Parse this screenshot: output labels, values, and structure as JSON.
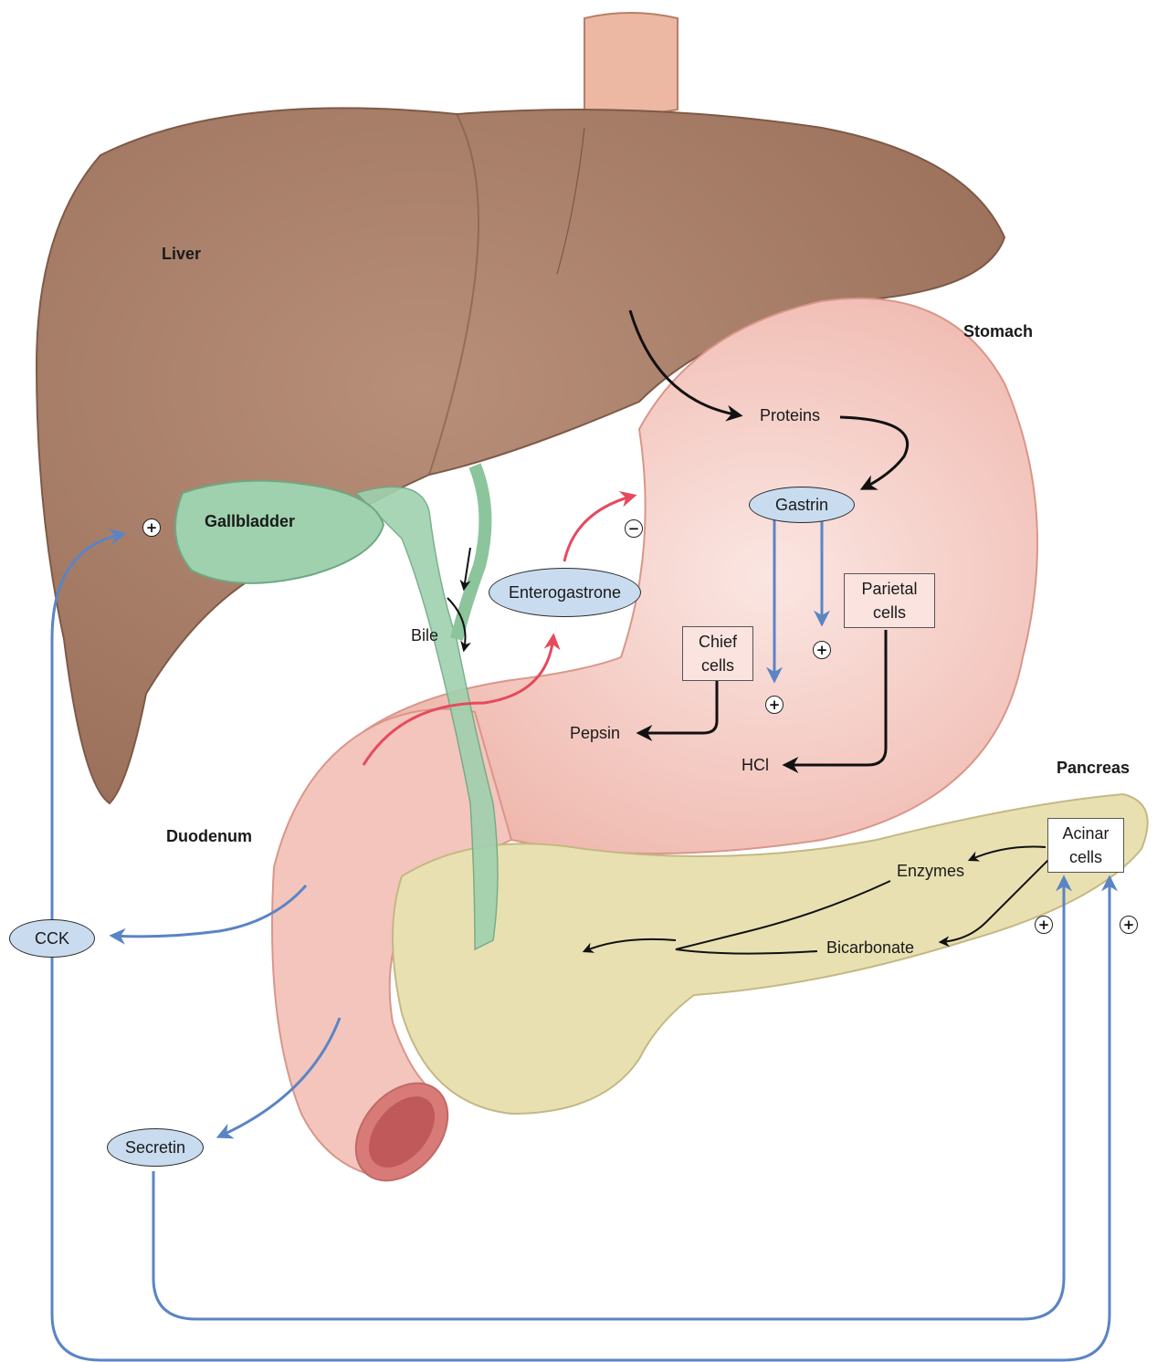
{
  "organs": {
    "liver": "Liver",
    "stomach": "Stomach",
    "gallbladder": "Gallbladder",
    "duodenum": "Duodenum",
    "pancreas": "Pancreas"
  },
  "hormones": {
    "gastrin": "Gastrin",
    "enterogastrone": "Enterogastrone",
    "cck": "CCK",
    "secretin": "Secretin"
  },
  "cells": {
    "parietal_line1": "Parietal",
    "parietal_line2": "cells",
    "chief_line1": "Chief",
    "chief_line2": "cells",
    "acinar_line1": "Acinar",
    "acinar_line2": "cells"
  },
  "substances": {
    "proteins": "Proteins",
    "bile": "Bile",
    "pepsin": "Pepsin",
    "hcl": "HCl",
    "enzymes": "Enzymes",
    "bicarbonate": "Bicarbonate"
  },
  "signs": {
    "plus": "+",
    "minus": "−"
  },
  "colors": {
    "liver": "#a97f69",
    "stomach": "#f3c5bd",
    "gallbladder": "#9fd1ae",
    "pancreas": "#e9e0b2",
    "hormone_oval": "#c9dcef",
    "cell_box": "#fbe3df",
    "stimulatory_arrow": "#5b84c4",
    "inhibitory_arrow": "#e64a5c",
    "secretion_arrow": "#111111"
  }
}
